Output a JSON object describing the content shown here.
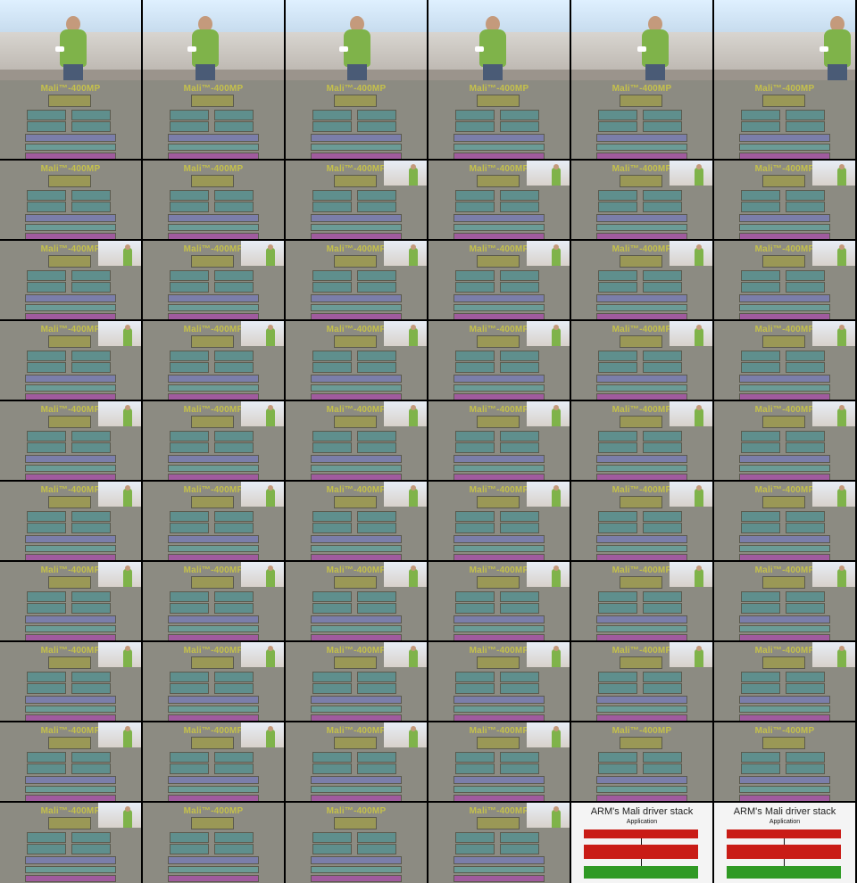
{
  "slide": {
    "title": "Mali™-400MP"
  },
  "driver_slide": {
    "title": "ARM's Mali driver stack",
    "application_label": "Application"
  }
}
